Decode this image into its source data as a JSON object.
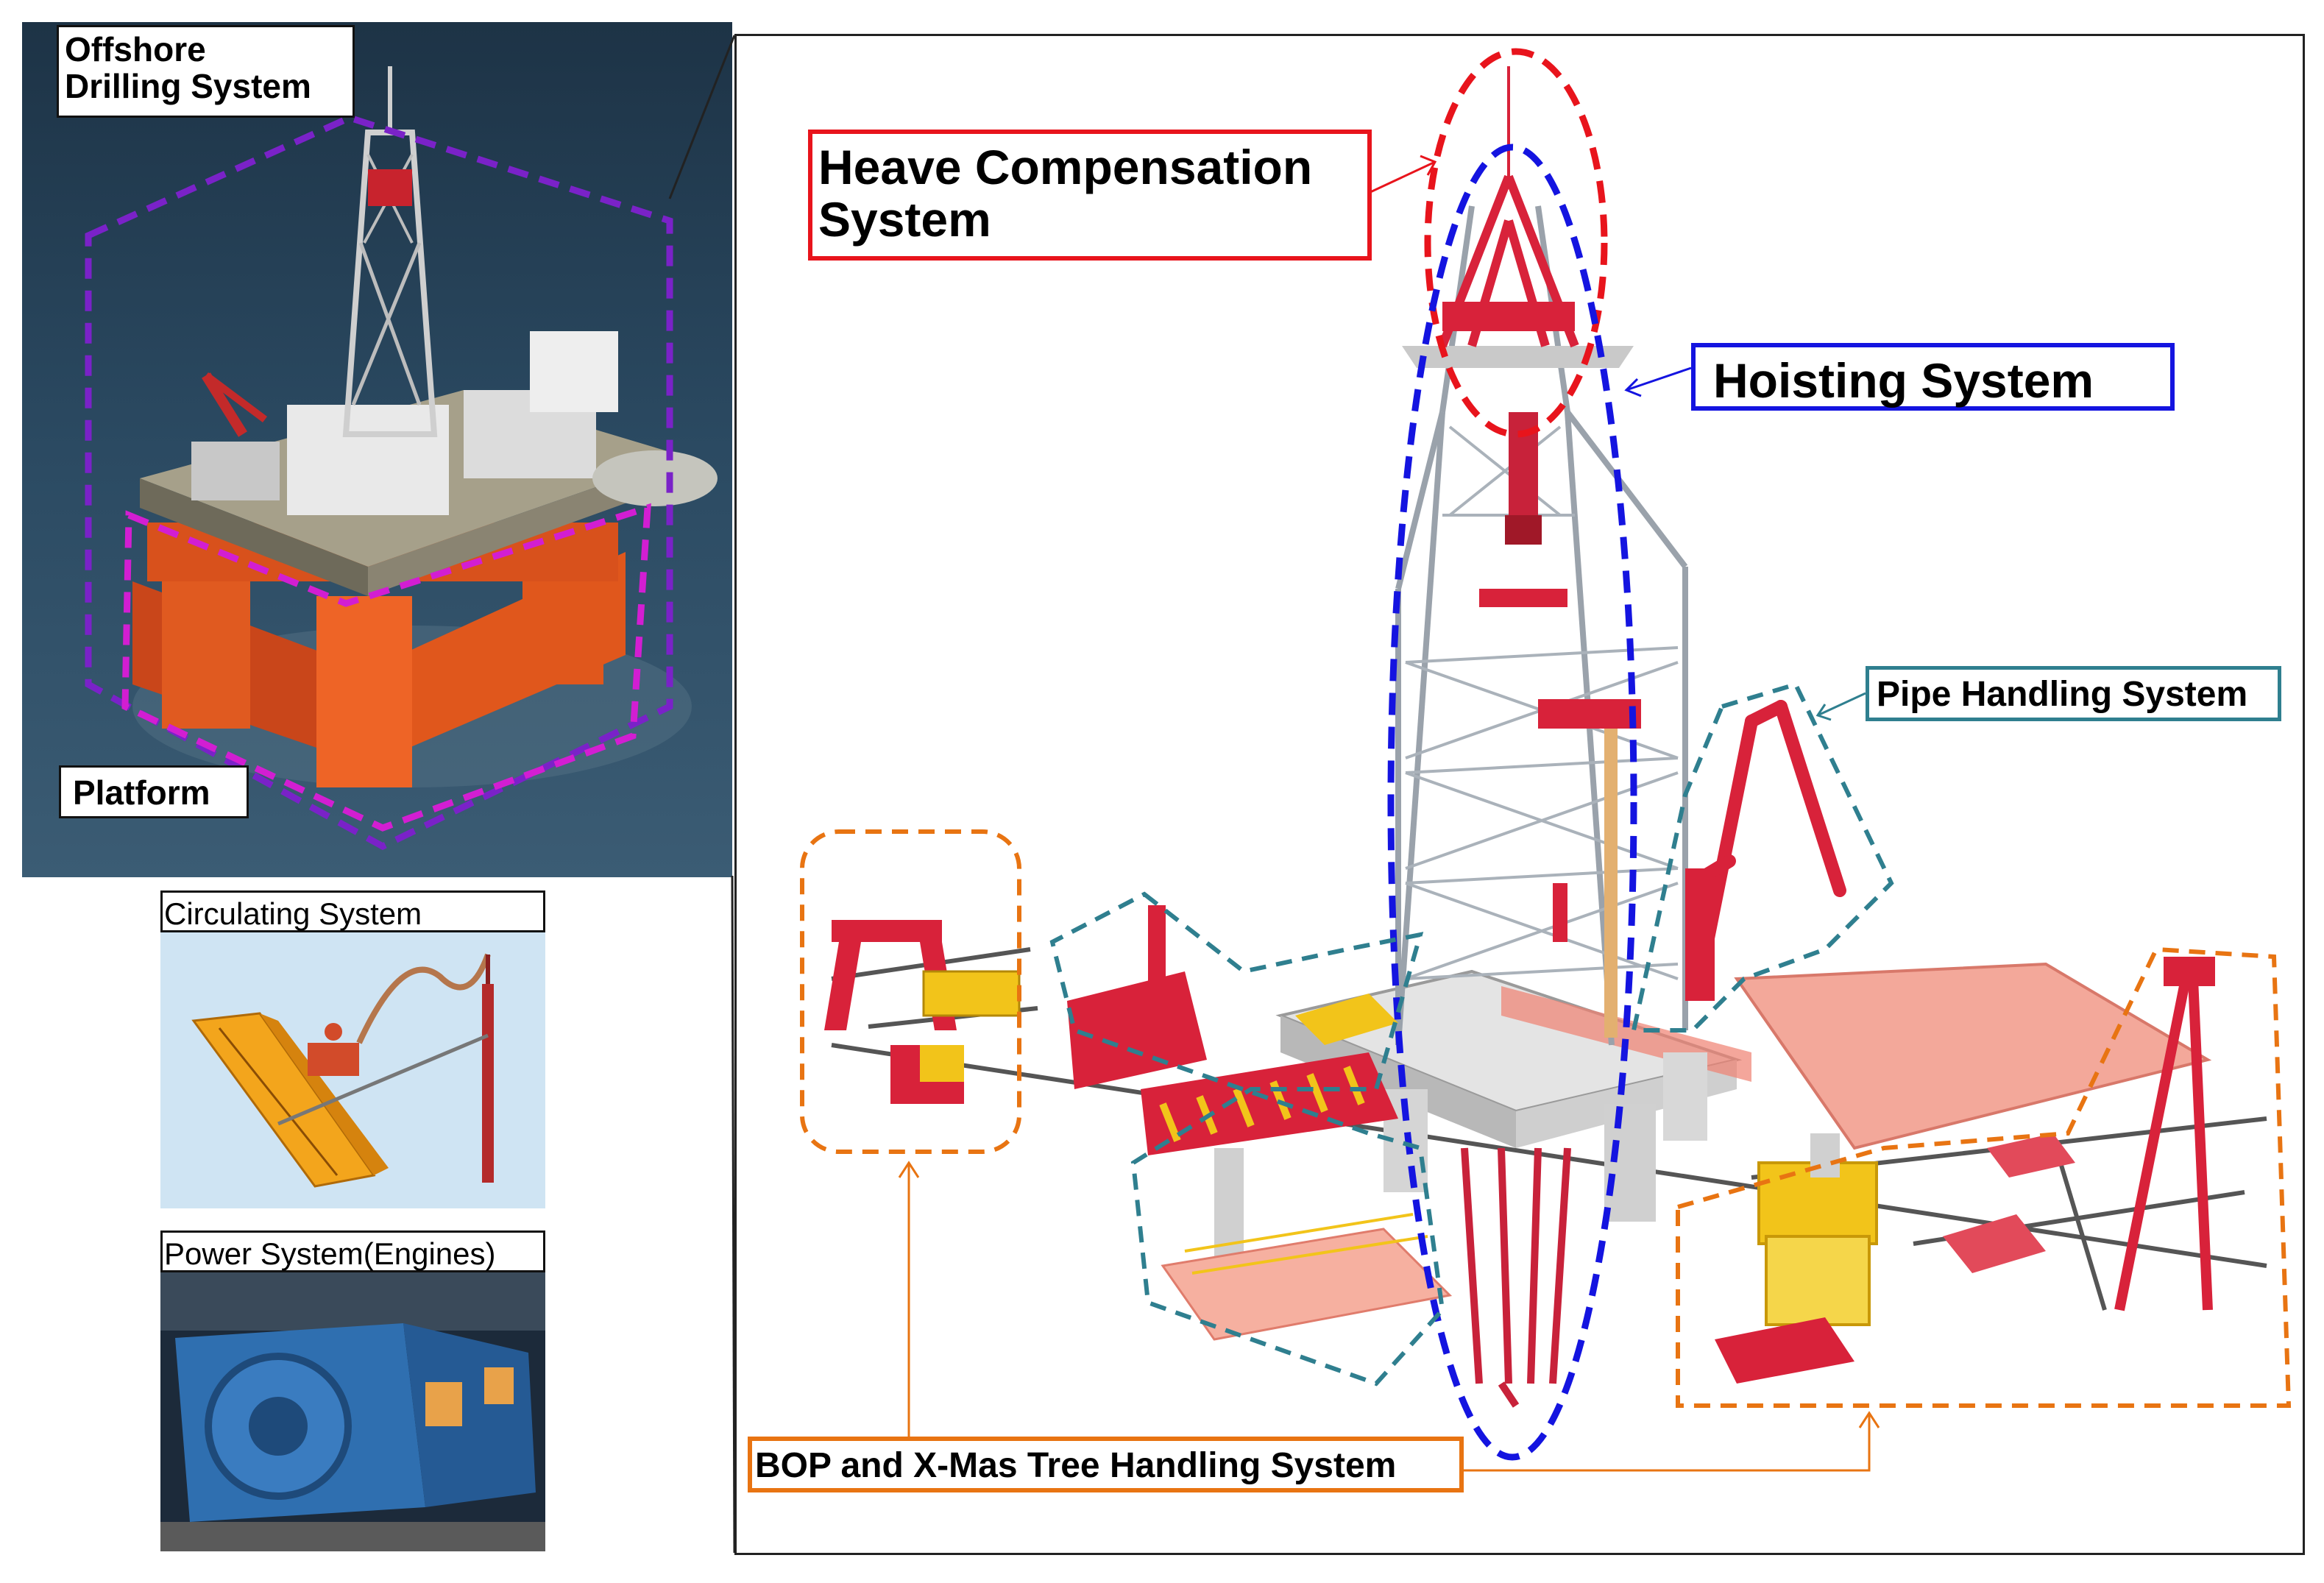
{
  "labels": {
    "offshore_line1": "Offshore",
    "offshore_line2": "Drilling System",
    "platform": "Platform",
    "circulating": "Circulating System",
    "power": "Power System(Engines)",
    "heave_line1": "Heave Compensation",
    "heave_line2": "System",
    "hoisting": "Hoisting System",
    "pipe": "Pipe Handling System",
    "bop": "BOP and X-Mas Tree Handling System"
  },
  "colors": {
    "heave": "#e8141c",
    "hoisting": "#1414e0",
    "pipe": "#2f7f8f",
    "bop": "#e87412",
    "platform_outline": "#7a22c8",
    "platform_inner": "#d21ed2",
    "rig_red": "#d8223a",
    "hull_orange": "#e0571c",
    "engine_blue": "#2f6fb0"
  },
  "icons": {
    "rig_photo": "offshore-rig-photo-icon",
    "drill_floor": "drilling-floor-3d-icon",
    "circulating": "circulating-system-schematic-icon",
    "engine": "engine-photo-icon"
  }
}
